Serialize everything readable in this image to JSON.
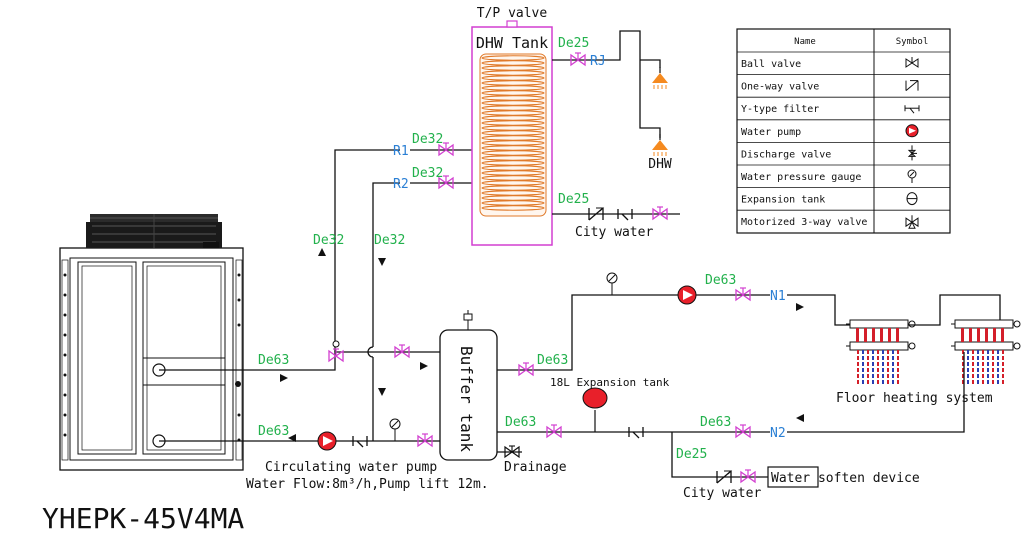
{
  "diagram": {
    "model": "YHEPK-45V4MA",
    "tp_valve": "T/P valve",
    "dhw_tank": "DHW Tank",
    "dhw": "DHW",
    "buffer_tank": "Buffer tank",
    "expansion_tank": "18L Expansion tank",
    "drainage": "Drainage",
    "city_water_1": "City water",
    "city_water_2": "City water",
    "water_soften": "Water soften device",
    "floor_heating": "Floor heating system",
    "pump_label": "Circulating water pump",
    "pump_spec": "Water Flow:8m³/h,Pump lift 12m.",
    "ports": {
      "rj": "RJ",
      "r1": "R1",
      "r2": "R2",
      "n1": "N1",
      "n2": "N2"
    },
    "sizes": {
      "de25_tank_top": "De25",
      "de25_tank_bottom": "De25",
      "de32_r1": "De32",
      "de32_r2": "De32",
      "de32_left": "De32",
      "de32_right": "De32",
      "de63_supply": "De63",
      "de63_return": "De63",
      "de63_buffer_out": "De63",
      "de63_n1": "De63",
      "de63_buffer_in": "De63",
      "de63_n2": "De63",
      "de25_city": "De25"
    }
  },
  "legend": {
    "header_name": "Name",
    "header_symbol": "Symbol",
    "rows": [
      {
        "name": "Ball valve",
        "icon": "ball-valve-icon"
      },
      {
        "name": "One-way valve",
        "icon": "check-valve-icon"
      },
      {
        "name": "Y-type filter",
        "icon": "y-filter-icon"
      },
      {
        "name": "Water pump",
        "icon": "water-pump-icon"
      },
      {
        "name": "Discharge valve",
        "icon": "discharge-valve-icon"
      },
      {
        "name": "Water pressure gauge",
        "icon": "pressure-gauge-icon"
      },
      {
        "name": "Expansion tank",
        "icon": "expansion-tank-icon"
      },
      {
        "name": "Motorized 3-way valve",
        "icon": "three-way-valve-icon"
      }
    ]
  },
  "colors": {
    "pipe": "#111111",
    "valve": "#d23fd0",
    "pump": "#e8202a",
    "expansion_tank": "#e8202a",
    "size_label": "#22b14c",
    "port_label": "#2a7fd4",
    "coil": "#e07a2a",
    "shower": "#f58a1f",
    "floor_red": "#d41f2a",
    "floor_blue": "#2b3fb4"
  }
}
